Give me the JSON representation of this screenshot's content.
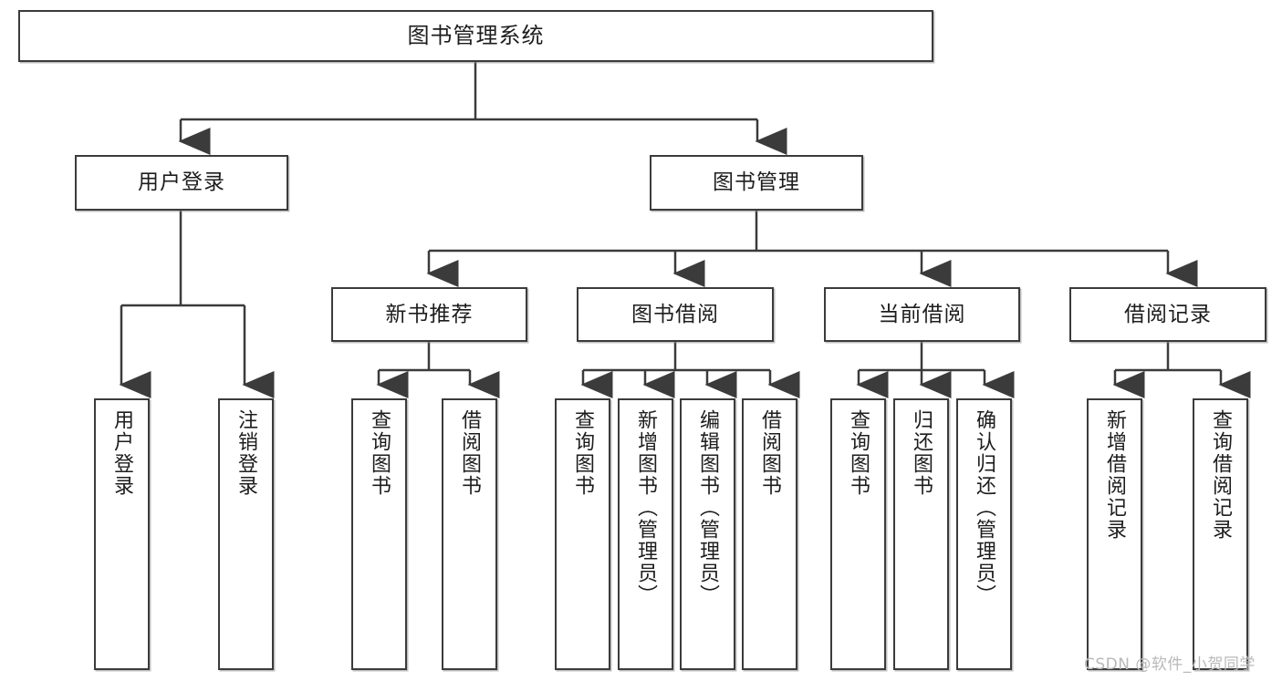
{
  "diagram": {
    "title": "图书管理系统",
    "type": "tree",
    "watermark": "CSDN @软件_小贺同学",
    "colors": {
      "stroke": "#3b3b3b",
      "box_fill": "#ffffff",
      "text": "#1d1d1d",
      "watermark": "#b9b9b9",
      "background": "#ffffff"
    },
    "root": {
      "label": "图书管理系统"
    },
    "level1": [
      {
        "label": "用户登录"
      },
      {
        "label": "图书管理"
      }
    ],
    "level2": [
      {
        "label": "新书推荐"
      },
      {
        "label": "图书借阅"
      },
      {
        "label": "当前借阅"
      },
      {
        "label": "借阅记录"
      }
    ],
    "leaves": {
      "user_login": [
        {
          "label": "用户登录"
        },
        {
          "label": "注销登录"
        }
      ],
      "new_book_recommend": [
        {
          "label": "查询图书"
        },
        {
          "label": "借阅图书"
        }
      ],
      "book_borrow": [
        {
          "label": "查询图书"
        },
        {
          "label": "新增图书（管理员）"
        },
        {
          "label": "编辑图书（管理员）"
        },
        {
          "label": "借阅图书"
        }
      ],
      "current_borrow": [
        {
          "label": "查询图书"
        },
        {
          "label": "归还图书"
        },
        {
          "label": "确认归还（管理员）"
        }
      ],
      "borrow_record": [
        {
          "label": "新增借阅记录"
        },
        {
          "label": "查询借阅记录"
        }
      ]
    }
  }
}
